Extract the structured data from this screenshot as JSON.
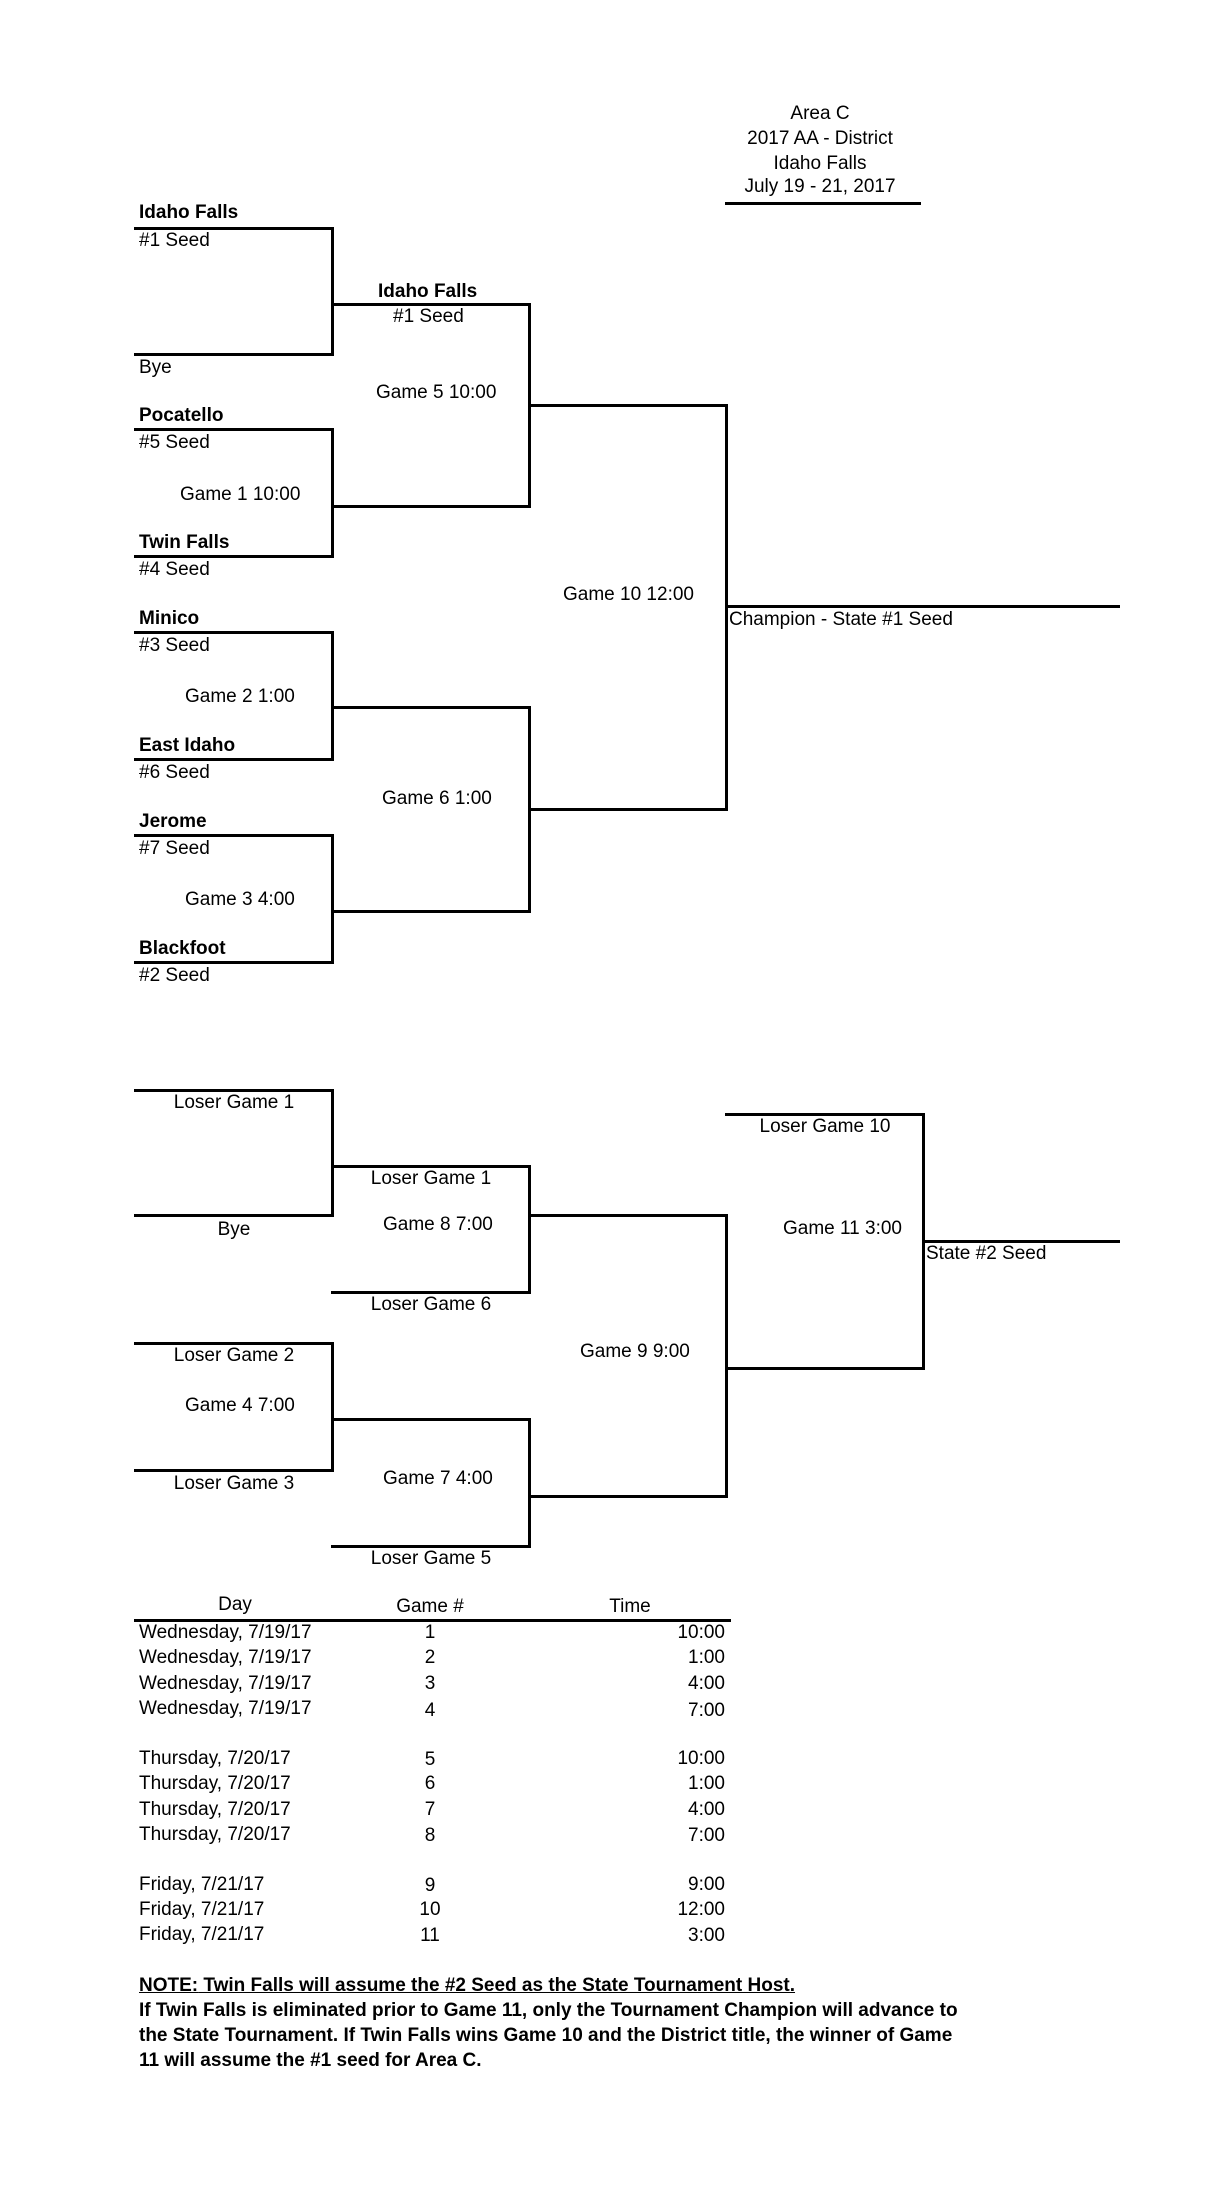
{
  "header": {
    "area": "Area C",
    "district": "2017 AA - District",
    "location": "Idaho Falls",
    "dates": "July 19 - 21, 2017"
  },
  "upper_bracket": {
    "r1": [
      {
        "team": "Idaho Falls",
        "seed": "#1 Seed"
      },
      {
        "team": "",
        "seed": "Bye"
      },
      {
        "team": "Pocatello",
        "seed": "#5 Seed"
      },
      {
        "team": "Twin Falls",
        "seed": "#4 Seed"
      },
      {
        "team": "Minico",
        "seed": "#3 Seed"
      },
      {
        "team": "East Idaho",
        "seed": "#6 Seed"
      },
      {
        "team": "Jerome",
        "seed": "#7 Seed"
      },
      {
        "team": "Blackfoot",
        "seed": "#2 Seed"
      }
    ],
    "games": {
      "g1": "Game 1  10:00",
      "g2": "Game 2   1:00",
      "g3": "Game 3   4:00",
      "g5": "Game 5  10:00",
      "g6": "Game 6   1:00",
      "g10": "Game 10  12:00"
    },
    "r2_team": "Idaho Falls",
    "r2_seed": "#1 Seed",
    "champion": "Champion - State #1 Seed"
  },
  "lower_bracket": {
    "labels": {
      "loser_g1": "Loser Game 1",
      "bye": "Bye",
      "loser_g1_b": "Loser Game 1",
      "loser_g6": "Loser Game 6",
      "loser_g2": "Loser Game 2",
      "loser_g3": "Loser Game 3",
      "loser_g5": "Loser Game 5",
      "loser_g10": "Loser  Game 10",
      "state2": "State #2 Seed"
    },
    "games": {
      "g4": "Game 4   7:00",
      "g7": "Game 7   4:00",
      "g8": "Game 8   7:00",
      "g9": "Game 9   9:00",
      "g11": "Game 11  3:00"
    }
  },
  "schedule": {
    "headers": {
      "day": "Day",
      "game": "Game #",
      "time": "Time"
    },
    "rows": [
      {
        "day": "Wednesday, 7/19/17",
        "game": "1",
        "time": "10:00"
      },
      {
        "day": "Wednesday, 7/19/17",
        "game": "2",
        "time": "1:00"
      },
      {
        "day": "Wednesday, 7/19/17",
        "game": "3",
        "time": "4:00"
      },
      {
        "day": "Wednesday, 7/19/17",
        "game": "4",
        "time": "7:00"
      },
      {
        "day": "Thursday, 7/20/17",
        "game": "5",
        "time": "10:00"
      },
      {
        "day": "Thursday, 7/20/17",
        "game": "6",
        "time": "1:00"
      },
      {
        "day": "Thursday, 7/20/17",
        "game": "7",
        "time": "4:00"
      },
      {
        "day": "Thursday, 7/20/17",
        "game": "8",
        "time": "7:00"
      },
      {
        "day": "Friday, 7/21/17",
        "game": "9",
        "time": "9:00"
      },
      {
        "day": "Friday, 7/21/17",
        "game": "10",
        "time": "12:00"
      },
      {
        "day": "Friday, 7/21/17",
        "game": "11",
        "time": "3:00"
      }
    ]
  },
  "note": {
    "label": "NOTE:",
    "line1": " Twin Falls will assume the #2 Seed as the State Tournament Host.",
    "body": "If Twin Falls is eliminated prior to Game 11, only the Tournament Champion will advance to the State Tournament. If Twin Falls wins Game 10 and the District title, the winner of Game 11 will assume the #1 seed for Area C."
  }
}
